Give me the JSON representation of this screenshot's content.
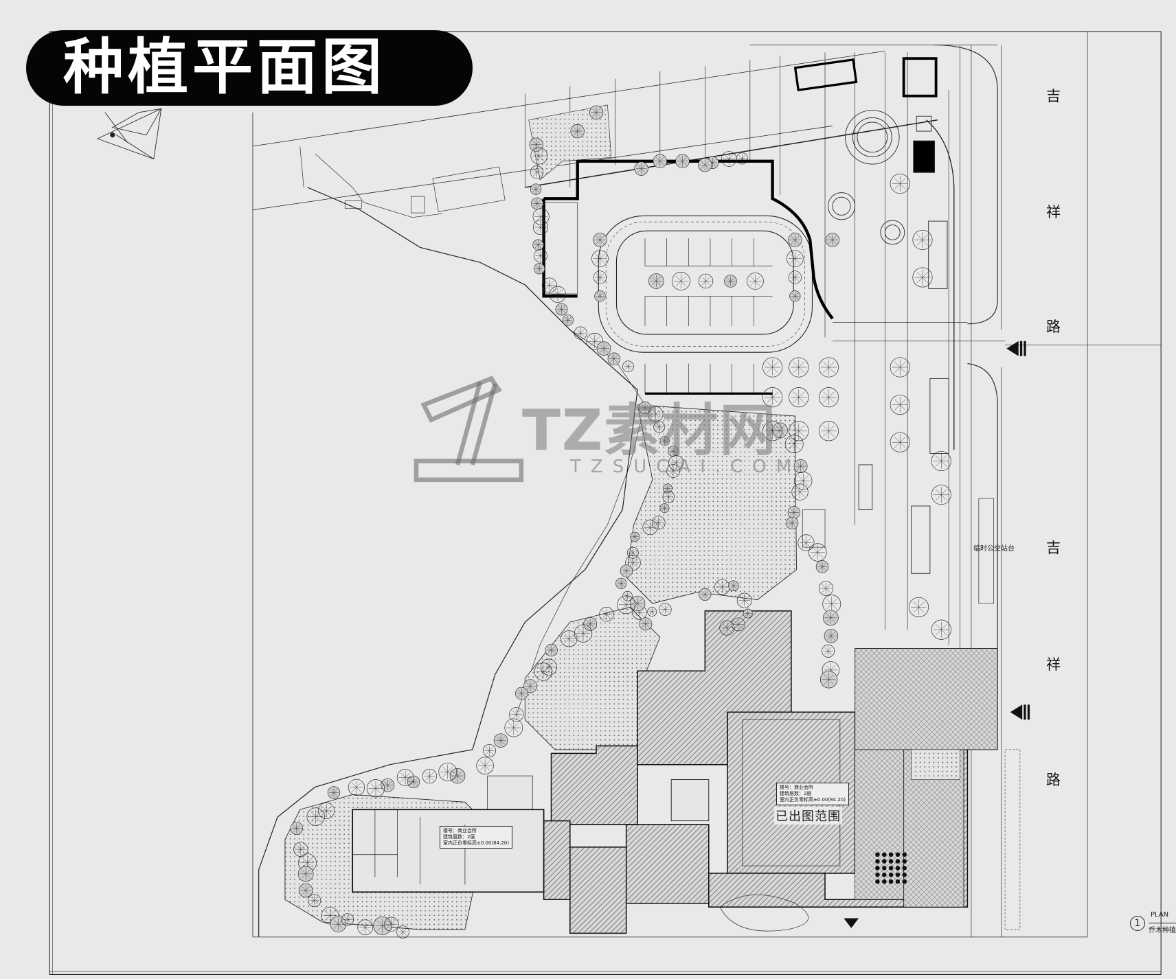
{
  "title": "种植平面图",
  "road_label": [
    "吉",
    "祥",
    "路"
  ],
  "road_label_lower": [
    "吉",
    "祥",
    "路"
  ],
  "watermark": {
    "brand": "TZ素材网",
    "url": "TZSUCAI.COM"
  },
  "drawing": {
    "scope_label": "已出图范围",
    "bus_stop_label": "临时公交站台",
    "building_info_main": [
      "楼号：商业会所",
      "建筑层数：2层",
      "室内正负零标高±0.00(84.20)"
    ],
    "building_info_left": [
      "楼号：商业会所",
      "建筑层数：2层",
      "室内正负零标高±0.00(84.20)"
    ]
  },
  "legend": {
    "number": "1",
    "plan": "PLAN",
    "name": "乔木种植平面图"
  },
  "colors": {
    "paper": "#e9e9e9",
    "ink": "#111111",
    "pill": "#050505"
  }
}
